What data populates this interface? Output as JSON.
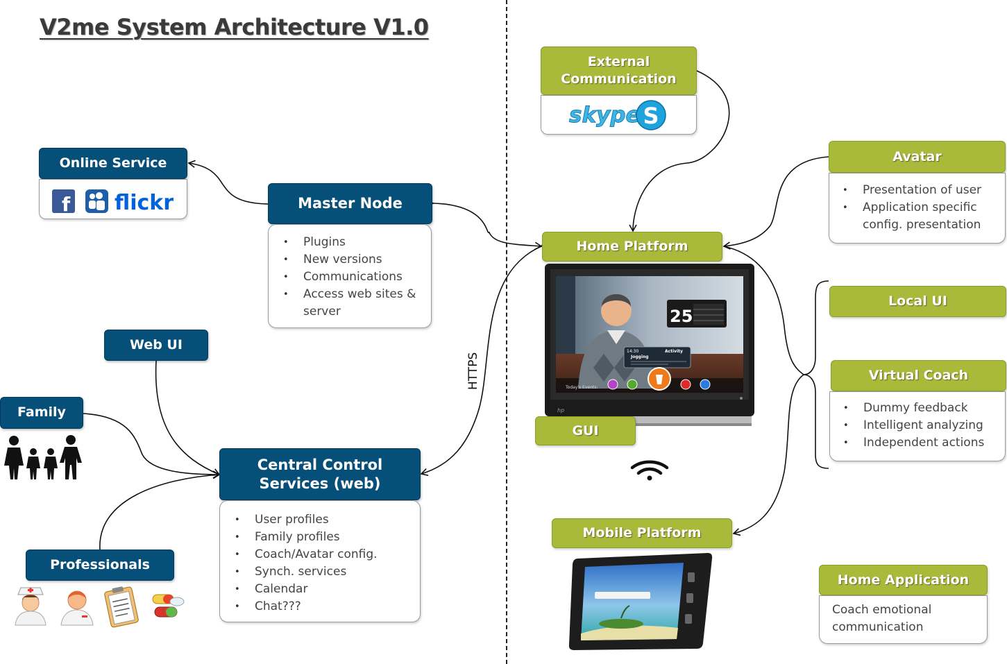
{
  "title": "V2me System Architecture V1.0",
  "https_label": "HTTPS",
  "nodes": {
    "external_communication": {
      "label": "External Communication"
    },
    "online_service": {
      "label": "Online Service"
    },
    "master_node": {
      "label": "Master Node",
      "items": [
        "Plugins",
        "New versions",
        "Communications",
        "Access web sites & server"
      ]
    },
    "web_ui": {
      "label": "Web UI"
    },
    "family": {
      "label": "Family"
    },
    "professionals": {
      "label": "Professionals"
    },
    "central_control": {
      "label_line1": "Central Control",
      "label_line2": "Services (web)",
      "items": [
        "User profiles",
        "Family profiles",
        "Coach/Avatar config.",
        "Synch. services",
        "Calendar",
        "Chat???"
      ]
    },
    "home_platform": {
      "label": "Home Platform"
    },
    "gui": {
      "label": "GUI"
    },
    "avatar": {
      "label": "Avatar",
      "items": [
        "Presentation of user",
        "Application specific config. presentation"
      ]
    },
    "local_ui": {
      "label": "Local UI"
    },
    "virtual_coach": {
      "label": "Virtual Coach",
      "items": [
        "Dummy feedback",
        "Intelligent analyzing",
        "Independent actions"
      ]
    },
    "mobile_platform": {
      "label": "Mobile Platform"
    },
    "home_application": {
      "label": "Home Application",
      "text": "Coach emotional communication"
    }
  },
  "logos": {
    "skype": "skype",
    "facebook": "f",
    "myspace": "myspace",
    "flickr": "flickr"
  },
  "screen": {
    "day_number": "25",
    "today_events": "Today's Events:",
    "activity_title": "Activity",
    "activity_time": "14:30",
    "activity_name": "Jogging",
    "brand": "hp"
  },
  "colors": {
    "blue": "#064f78",
    "green": "#a9b93a",
    "border_gray": "#9a9a9a"
  }
}
